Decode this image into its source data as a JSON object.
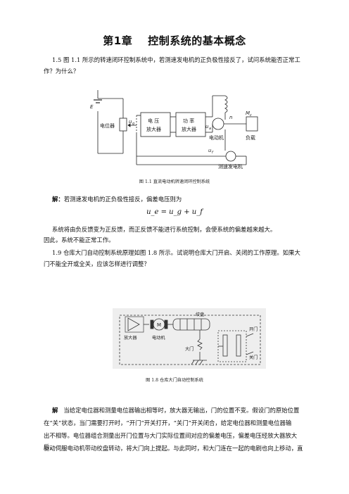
{
  "title": {
    "chapter": "第1章",
    "name": "控制系统的基本概念"
  },
  "q15": {
    "line1": "1.5  图 1.1 所示的转速闭环控制系统中，若测速发电机的正负极性接反了，试问系统能否正常工",
    "line2": "作？为什么？"
  },
  "fig1": {
    "E": "E",
    "potentiometer": "电位器",
    "ug": "u",
    "ug_sub": "g",
    "amp1": "电 压",
    "amp2": "放大器",
    "pamp1": "功 率",
    "pamp2": "放大器",
    "ua": "u",
    "ua_sub": "a",
    "n": "n",
    "M": "M",
    "M_sub": "c",
    "load": "负载",
    "motor": "电动机",
    "uf": "u",
    "uf_sub": "f",
    "tacho": "测速发电机",
    "caption": "图 1.1  直流电动机转速闭环控制系统"
  },
  "sol15": {
    "label": "解：",
    "text": "若测速发电机的正负极性接反，偏差电压则为",
    "eq": "u_e = u_g + u_f",
    "line2": "系统将由负反馈变为正反馈，而正反馈不能进行系统控制，会使系统的偏差越来越大。",
    "line3": "因此，系统不能正常工作。"
  },
  "q19": {
    "line1": "1.9  仓库大门自动控制系统原理如图 1.8 所示。试说明仓库大门开启、关闭的工作原理。如果大",
    "line2": "门不能全开或全关，应该怎样进行调整？"
  },
  "fig8": {
    "drum": "绞盘",
    "amp": "放大器",
    "motor": "电动机",
    "M": "M",
    "door": "大门",
    "open": "开门",
    "close": "关门",
    "caption": "图 1.8  仓库大门自动控制系统"
  },
  "sol19": {
    "label": "解",
    "line1": "当给定电位器和测量电位器输出相等时，放大器无输出，门的位置不变。假设门的原始位置",
    "line2": "在“关”状态，当门需要打开时，“开门”开关打开，“关门”开关闭合，给定电位器和测量电位器输",
    "line3": "出不相等。电位器组合测量出开门位置与大门实际位置间对应的偏差电压，偏差电压经放大器放大后，",
    "line4": "驱动伺服电动机带动绞盘转动，将大门向上提起。与此同时，和大门连在一起的电刷也向上移动，直"
  }
}
